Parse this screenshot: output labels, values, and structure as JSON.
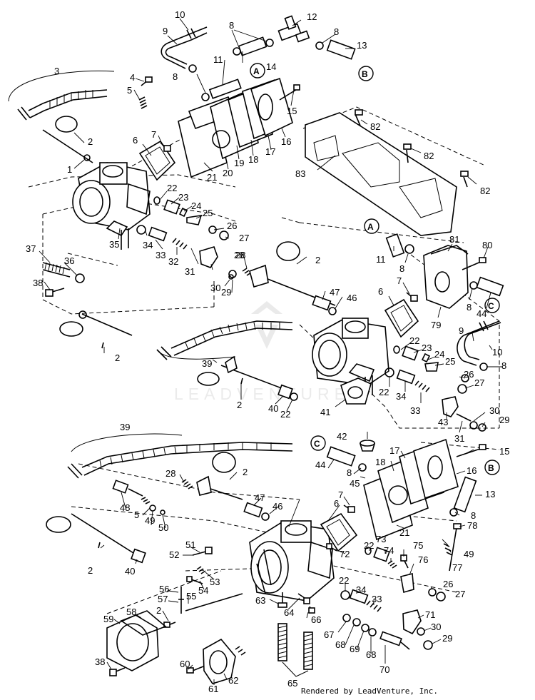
{
  "credit": "Rendered by LeadVenture, Inc.",
  "watermark": "LEADVENTURE",
  "ref_letters": [
    "A",
    "A",
    "B",
    "B",
    "C",
    "C"
  ],
  "labels": [
    "1",
    "2",
    "3",
    "4",
    "5",
    "6",
    "7",
    "8",
    "8",
    "8",
    "9",
    "10",
    "11",
    "12",
    "13",
    "14",
    "15",
    "16",
    "17",
    "18",
    "19",
    "20",
    "21",
    "22",
    "23",
    "24",
    "25",
    "26",
    "27",
    "28",
    "29",
    "30",
    "31",
    "32",
    "33",
    "34",
    "35",
    "36",
    "37",
    "38",
    "82",
    "82",
    "82",
    "83",
    "11",
    "8",
    "81",
    "80",
    "8",
    "44",
    "79",
    "2",
    "28",
    "47",
    "46",
    "6",
    "7",
    "22",
    "23",
    "24",
    "25",
    "26",
    "27",
    "9",
    "10",
    "8",
    "39",
    "2",
    "40",
    "22",
    "2",
    "22",
    "34",
    "33",
    "43",
    "30",
    "29",
    "31",
    "41",
    "39",
    "44",
    "42",
    "8",
    "45",
    "17",
    "18",
    "15",
    "16",
    "21",
    "13",
    "8",
    "28",
    "2",
    "48",
    "5",
    "49",
    "50",
    "47",
    "46",
    "6",
    "7",
    "2",
    "40",
    "51",
    "52",
    "53",
    "54",
    "55",
    "56",
    "57",
    "2",
    "58",
    "59",
    "38",
    "60",
    "61",
    "62",
    "63",
    "64",
    "65",
    "66",
    "67",
    "68",
    "69",
    "68",
    "70",
    "71",
    "30",
    "29",
    "22",
    "34",
    "33",
    "26",
    "27",
    "72",
    "73",
    "74",
    "75",
    "76",
    "22",
    "78",
    "49",
    "77"
  ]
}
